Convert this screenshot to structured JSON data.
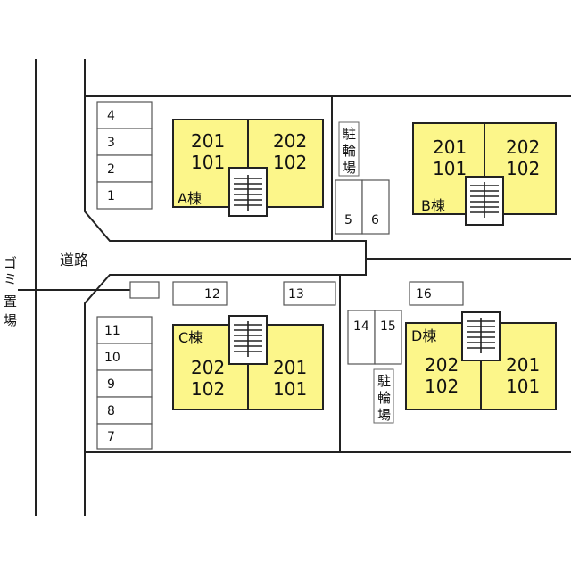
{
  "colors": {
    "building_fill": "#fcf68a",
    "line": "#222222",
    "background": "#ffffff"
  },
  "labels": {
    "road": "道路",
    "garbage": [
      "ゴ",
      "ミ",
      "置",
      "場"
    ],
    "bicycle": [
      "駐",
      "輪",
      "場"
    ]
  },
  "parking": {
    "left_top": [
      "4",
      "3",
      "2",
      "1"
    ],
    "left_bottom": [
      "11",
      "10",
      "9",
      "8",
      "7"
    ],
    "top_right": [
      "5",
      "6"
    ],
    "mid_row": [
      "12",
      "13"
    ],
    "right_mid": [
      "16"
    ],
    "bottom_right": [
      "14",
      "15"
    ]
  },
  "buildings": {
    "A": {
      "name": "A棟",
      "left_unit": [
        "201",
        "101"
      ],
      "right_unit": [
        "202",
        "102"
      ]
    },
    "B": {
      "name": "B棟",
      "left_unit": [
        "201",
        "101"
      ],
      "right_unit": [
        "202",
        "102"
      ]
    },
    "C": {
      "name": "C棟",
      "left_unit": [
        "202",
        "102"
      ],
      "right_unit": [
        "201",
        "101"
      ]
    },
    "D": {
      "name": "D棟",
      "left_unit": [
        "202",
        "102"
      ],
      "right_unit": [
        "201",
        "101"
      ]
    }
  }
}
